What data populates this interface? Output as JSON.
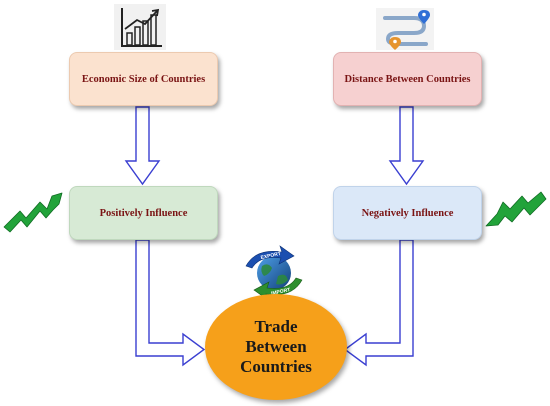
{
  "diagram": {
    "nodes": {
      "economic_size": "Economic Size of Countries",
      "distance": "Distance Between Countries",
      "positive": "Positively Influence",
      "negative": "Negatively Influence",
      "trade": "Trade Between Countries"
    },
    "globe_labels": {
      "top": "EXPORT",
      "bottom": "IMPORT"
    },
    "icons": {
      "economic_size": "bar-chart-growth-icon",
      "distance": "route-map-pins-icon",
      "positive": "green-up-zigzag-arrow-icon",
      "negative": "green-down-zigzag-arrow-icon",
      "globe": "globe-trade-arrows-icon"
    },
    "colors": {
      "economic_box": "#fbe2cf",
      "distance_box": "#f6d0d0",
      "positive_box": "#d7ead5",
      "negative_box": "#dbe8f8",
      "trade_ellipse": "#f6a01a",
      "arrow_outline": "#3a3fd1",
      "box_text": "#7a1414"
    }
  }
}
